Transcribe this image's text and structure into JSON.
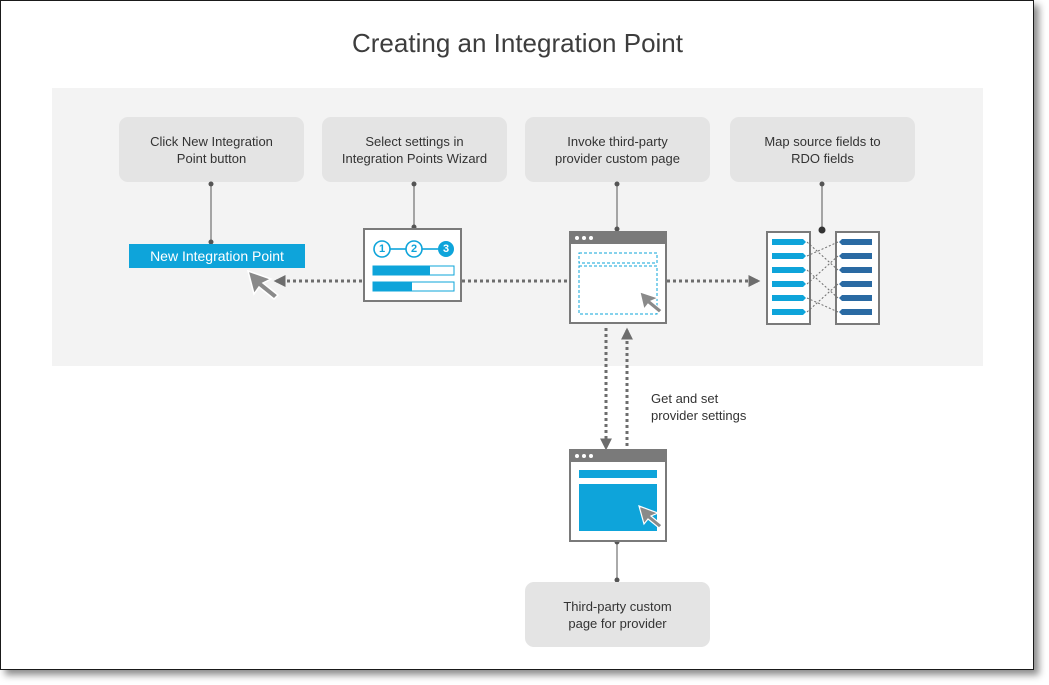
{
  "title": "Creating an Integration Point",
  "steps": [
    {
      "label": "Click New Integration\nPoint button"
    },
    {
      "label": "Select settings in\nIntegration Points Wizard"
    },
    {
      "label": "Invoke third-party\nprovider custom page"
    },
    {
      "label": "Map source fields to\nRDO fields"
    }
  ],
  "new_button_label": "New Integration Point",
  "wizard_steps": [
    "1",
    "2",
    "3"
  ],
  "side_label": "Get and set\nprovider settings",
  "bottom_box": {
    "label": "Third-party custom\npage for provider"
  },
  "colors": {
    "accent": "#0ea4da",
    "dark_blue": "#2a6aa3",
    "gray": "#7a7a7a",
    "band": "#f3f3f3",
    "box": "#e4e4e4"
  }
}
